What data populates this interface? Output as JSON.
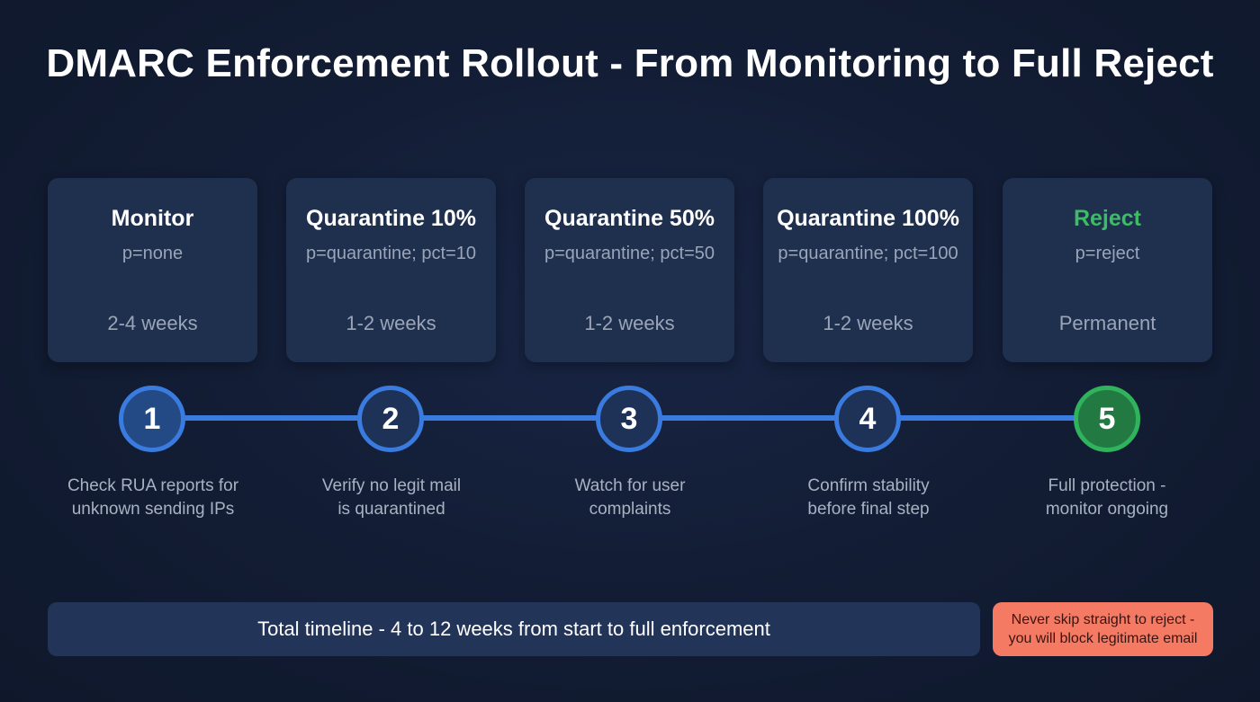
{
  "title": "DMARC Enforcement Rollout - From Monitoring to Full Reject",
  "colors": {
    "background": "#131d35",
    "card": "#1f2f4e",
    "accent_blue": "#3a7be0",
    "success_green": "#2fb35c",
    "warning_red": "#f47a63"
  },
  "stages": [
    {
      "number": "1",
      "name": "Monitor",
      "policy": "p=none",
      "duration": "2-4 weeks",
      "description_line1": "Check RUA reports for",
      "description_line2": "unknown sending IPs"
    },
    {
      "number": "2",
      "name": "Quarantine 10%",
      "policy": "p=quarantine; pct=10",
      "duration": "1-2 weeks",
      "description_line1": "Verify no legit mail",
      "description_line2": "is quarantined"
    },
    {
      "number": "3",
      "name": "Quarantine 50%",
      "policy": "p=quarantine; pct=50",
      "duration": "1-2 weeks",
      "description_line1": "Watch for user",
      "description_line2": "complaints"
    },
    {
      "number": "4",
      "name": "Quarantine 100%",
      "policy": "p=quarantine; pct=100",
      "duration": "1-2 weeks",
      "description_line1": "Confirm stability",
      "description_line2": "before final step"
    },
    {
      "number": "5",
      "name": "Reject",
      "policy": "p=reject",
      "duration": "Permanent",
      "description_line1": "Full protection -",
      "description_line2": "monitor ongoing"
    }
  ],
  "summary": "Total timeline - 4 to 12 weeks from start to full enforcement",
  "warning": {
    "line1": "Never skip straight to reject -",
    "line2": "you will block legitimate email"
  }
}
